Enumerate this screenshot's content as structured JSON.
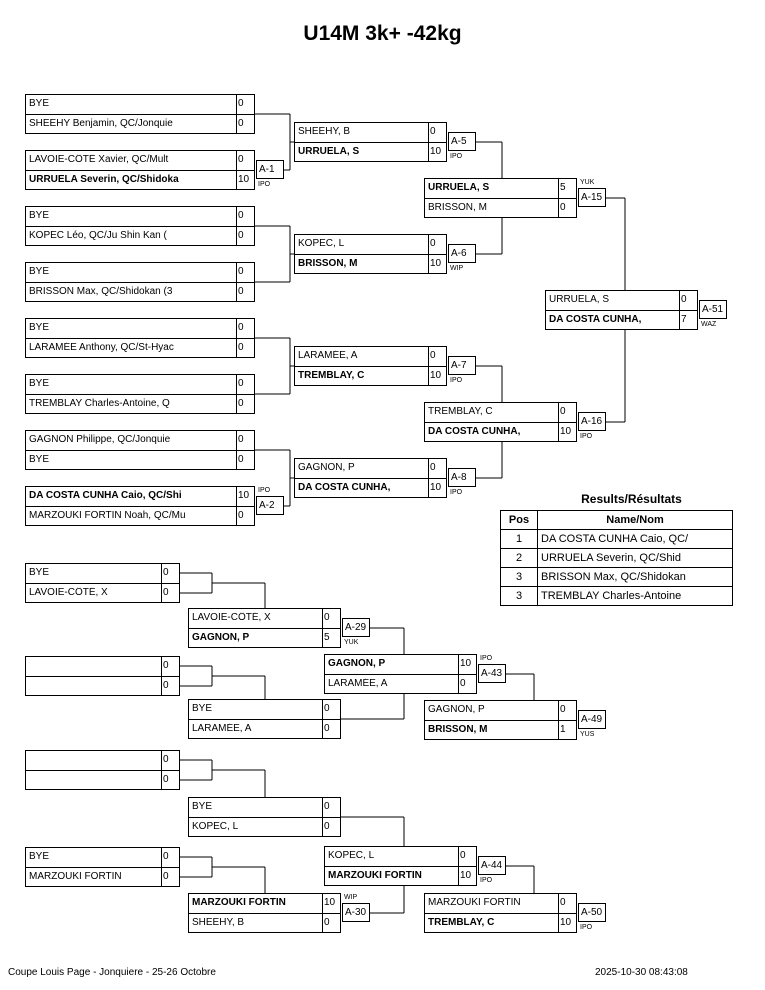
{
  "title": "U14M 3k+ -42kg",
  "footer": {
    "event": "Coupe Louis Page - Jonquiere - 25-26 Octobre",
    "timestamp": "2025-10-30 08:43:08"
  },
  "results": {
    "title": "Results/Résultats",
    "col_pos": "Pos",
    "col_name": "Name/Nom",
    "rows": [
      {
        "pos": "1",
        "name": "DA COSTA CUNHA Caio, QC/"
      },
      {
        "pos": "2",
        "name": "URRUELA Severin, QC/Shid"
      },
      {
        "pos": "3",
        "name": "BRISSON Max, QC/Shidokan"
      },
      {
        "pos": "3",
        "name": "TREMBLAY Charles-Antoine"
      }
    ]
  },
  "main_bracket": {
    "round1": [
      {
        "top": {
          "name": "BYE",
          "score": "0"
        },
        "bottom": {
          "name": "SHEEHY Benjamin, QC/Jonquie",
          "score": "0"
        }
      },
      {
        "top": {
          "name": "LAVOIE-CÔTÉ Xavier, QC/Mult",
          "score": "0"
        },
        "bottom": {
          "name": "URRUELA Severin, QC/Shidoka",
          "score": "10",
          "winner": true
        },
        "tag": "A-1",
        "code": "IPO"
      },
      {
        "top": {
          "name": "BYE",
          "score": "0"
        },
        "bottom": {
          "name": "KOPEC Léo, QC/Ju Shin Kan (",
          "score": "0"
        }
      },
      {
        "top": {
          "name": "BYE",
          "score": "0"
        },
        "bottom": {
          "name": "BRISSON Max, QC/Shidokan (3",
          "score": "0"
        }
      },
      {
        "top": {
          "name": "BYE",
          "score": "0"
        },
        "bottom": {
          "name": "LARAMÉE Anthony, QC/St-Hyac",
          "score": "0"
        }
      },
      {
        "top": {
          "name": "BYE",
          "score": "0"
        },
        "bottom": {
          "name": "TREMBLAY Charles-Antoine, Q",
          "score": "0"
        }
      },
      {
        "top": {
          "name": "GAGNON Philippe, QC/Jonquie",
          "score": "0"
        },
        "bottom": {
          "name": "BYE",
          "score": "0"
        }
      },
      {
        "top": {
          "name": "DA COSTA CUNHA Caio, QC/Shi",
          "score": "10",
          "winner": true
        },
        "bottom": {
          "name": "MARZOUKI FORTIN Noah, QC/Mu",
          "score": "0"
        },
        "tag": "A-2",
        "code": "IPO"
      }
    ],
    "round2": [
      {
        "top": {
          "name": "SHEEHY, B",
          "score": "0"
        },
        "bottom": {
          "name": "URRUELA, S",
          "score": "10",
          "winner": true
        },
        "tag": "A-5",
        "code": "IPO"
      },
      {
        "top": {
          "name": "KOPEC, L",
          "score": "0"
        },
        "bottom": {
          "name": "BRISSON, M",
          "score": "10",
          "winner": true
        },
        "tag": "A-6",
        "code": "WIP"
      },
      {
        "top": {
          "name": "LARAMÉE, A",
          "score": "0"
        },
        "bottom": {
          "name": "TREMBLAY, C",
          "score": "10",
          "winner": true
        },
        "tag": "A-7",
        "code": "IPO"
      },
      {
        "top": {
          "name": "GAGNON, P",
          "score": "0"
        },
        "bottom": {
          "name": "DA COSTA CUNHA,",
          "score": "10",
          "winner": true
        },
        "tag": "A-8",
        "code": "IPO"
      }
    ],
    "round3": [
      {
        "top": {
          "name": "URRUELA, S",
          "score": "5",
          "winner": true
        },
        "bottom": {
          "name": "BRISSON, M",
          "score": "0"
        },
        "tag": "A-15",
        "code": "YUK"
      },
      {
        "top": {
          "name": "TREMBLAY, C",
          "score": "0"
        },
        "bottom": {
          "name": "DA COSTA CUNHA,",
          "score": "10",
          "winner": true
        },
        "tag": "A-16",
        "code": "IPO"
      }
    ],
    "final": {
      "top": {
        "name": "URRUELA, S",
        "score": "0"
      },
      "bottom": {
        "name": "DA COSTA CUNHA,",
        "score": "7",
        "winner": true
      },
      "tag": "A-51",
      "code": "WAZ"
    }
  },
  "repechage_a": {
    "r1": [
      {
        "top": {
          "name": "BYE",
          "score": "0"
        },
        "bottom": {
          "name": "LAVOIE-CÔTÉ, X",
          "score": "0"
        }
      },
      {
        "top": {
          "name": "",
          "score": "0"
        },
        "bottom": {
          "name": "",
          "score": "0"
        }
      }
    ],
    "r2": [
      {
        "top": {
          "name": "LAVOIE-CÔTÉ, X",
          "score": "0"
        },
        "bottom": {
          "name": "GAGNON, P",
          "score": "5",
          "winner": true
        },
        "tag": "A-29",
        "code": "YUK"
      },
      {
        "top": {
          "name": "BYE",
          "score": "0"
        },
        "bottom": {
          "name": "LARAMÉE, A",
          "score": "0"
        }
      }
    ],
    "r3": {
      "top": {
        "name": "GAGNON, P",
        "score": "10",
        "winner": true
      },
      "bottom": {
        "name": "LARAMÉE, A",
        "score": "0"
      },
      "tag": "A-43",
      "code": "IPO"
    },
    "bronze": {
      "top": {
        "name": "GAGNON, P",
        "score": "0"
      },
      "bottom": {
        "name": "BRISSON, M",
        "score": "1",
        "winner": true
      },
      "tag": "A-49",
      "code": "YUS"
    }
  },
  "repechage_b": {
    "r1": [
      {
        "top": {
          "name": "",
          "score": "0"
        },
        "bottom": {
          "name": "",
          "score": "0"
        }
      },
      {
        "top": {
          "name": "BYE",
          "score": "0"
        },
        "bottom": {
          "name": "MARZOUKI FORTIN",
          "score": "0"
        }
      }
    ],
    "r2": [
      {
        "top": {
          "name": "BYE",
          "score": "0"
        },
        "bottom": {
          "name": "KOPEC, L",
          "score": "0"
        }
      },
      {
        "top": {
          "name": "MARZOUKI FORTIN",
          "score": "10",
          "winner": true
        },
        "bottom": {
          "name": "SHEEHY, B",
          "score": "0"
        },
        "tag": "A-30",
        "code": "WIP"
      }
    ],
    "r3": {
      "top": {
        "name": "KOPEC, L",
        "score": "0"
      },
      "bottom": {
        "name": "MARZOUKI FORTIN",
        "score": "10",
        "winner": true
      },
      "tag": "A-44",
      "code": "IPO"
    },
    "bronze": {
      "top": {
        "name": "MARZOUKI FORTIN",
        "score": "0"
      },
      "bottom": {
        "name": "TREMBLAY, C",
        "score": "10",
        "winner": true
      },
      "tag": "A-50",
      "code": "IPO"
    }
  }
}
